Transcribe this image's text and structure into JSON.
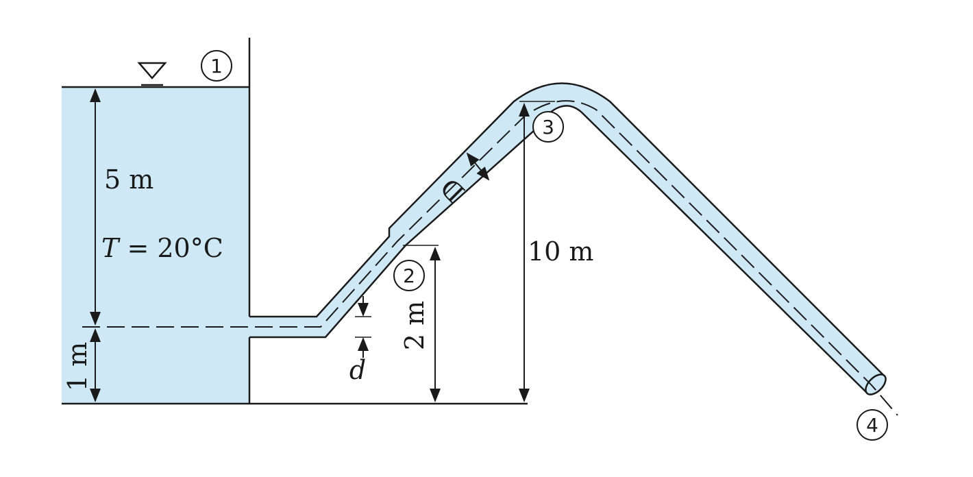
{
  "stations": [
    "1",
    "2",
    "3",
    "4"
  ],
  "labels": {
    "tank_depth": "5 m",
    "temperature_symbol": "T",
    "temperature_value": " = 20°C",
    "bottom_height": "1 m",
    "small_diameter": "d",
    "large_diameter": "D",
    "height_2": "2 m",
    "height_3": "10 m"
  },
  "colors": {
    "water": "#cfe8f5",
    "stroke": "#1a1a1a"
  }
}
